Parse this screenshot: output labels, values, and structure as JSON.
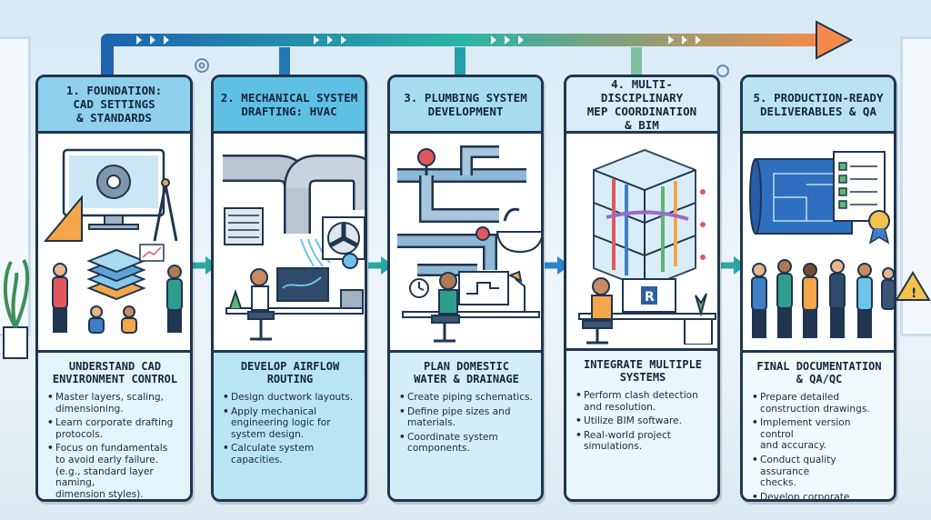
{
  "colors": {
    "outline": "#1f3550",
    "arrow_start": "#1e63b0",
    "arrow_mid": "#2bb3a6",
    "arrow_end": "#f38a4a",
    "accent_orange": "#f4a64a"
  },
  "stages": [
    {
      "title": "1. FOUNDATION:\nCAD SETTINGS\n& STANDARDS",
      "subtitle": "UNDERSTAND CAD\nENVIRONMENT CONTROL",
      "bullets": [
        "Master layers, scaling,\ndimensioning.",
        "Learn corporate drafting\nprotocols.",
        "Focus on fundamentals\nto avoid early failure.\n(e.g., standard layer naming,\ndimension styles)."
      ]
    },
    {
      "title": "2. MECHANICAL SYSTEM\nDRAFTING: HVAC",
      "subtitle": "DEVELOP AIRFLOW\nROUTING",
      "bullets": [
        "Design ductwork layouts.",
        "Apply mechanical\nengineering logic for\nsystem design.",
        "Calculate system\ncapacities."
      ]
    },
    {
      "title": "3. PLUMBING SYSTEM\nDEVELOPMENT",
      "subtitle": "PLAN DOMESTIC\nWATER & DRAINAGE",
      "bullets": [
        "Create piping schematics.",
        "Define pipe sizes and\nmaterials.",
        "Coordinate system\ncomponents."
      ]
    },
    {
      "title": "4. MULTI-DISCIPLINARY\nMEP COORDINATION\n& BIM",
      "subtitle": "INTEGRATE MULTIPLE\nSYSTEMS",
      "bullets": [
        "Perform clash detection\nand resolution.",
        "Utilize BIM software.",
        "Real-world project\nsimulations."
      ]
    },
    {
      "title": "5. PRODUCTION-READY\nDELIVERABLES & QA",
      "subtitle": "FINAL DOCUMENTATION\n& QA/QC",
      "bullets": [
        "Prepare detailed\nconstruction drawings.",
        "Implement version control\nand accuracy.",
        "Conduct quality assurance\nchecks.",
        "Develop corporate\ncommunication discipline."
      ]
    }
  ],
  "icons": {
    "stage1": [
      "monitor-gear-icon",
      "drafting-compass-icon",
      "set-square-icon",
      "layer-stack-icon",
      "team-people-icon"
    ],
    "stage2": [
      "duct-pipe-icon",
      "fan-icon",
      "vent-grille-icon",
      "drafter-at-desk-icon"
    ],
    "stage3": [
      "pipe-network-icon",
      "valve-icon",
      "sink-icon",
      "drafter-at-desk-icon"
    ],
    "stage4": [
      "bim-building-model-icon",
      "drafter-at-desk-icon",
      "revit-logo-icon"
    ],
    "stage5": [
      "blueprint-icon",
      "checklist-certificate-icon",
      "team-people-icon",
      "warning-sign-icon"
    ]
  }
}
